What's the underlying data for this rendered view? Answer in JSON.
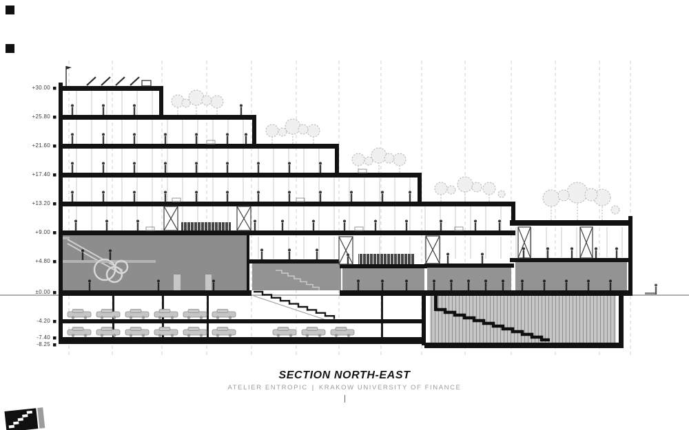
{
  "titleblock": {
    "title": "SECTION NORTH-EAST",
    "studio": "ATELIER ENTROPIC",
    "separator": "|",
    "project": "KRAKOW UNIVERSITY OF FINANCE"
  },
  "elevations": [
    "+30.00",
    "+25.80",
    "+21.60",
    "+17.40",
    "+13.20",
    "+9.00",
    "+4.80",
    "±0.00",
    "-4.20",
    "-7.40",
    "-8.25"
  ],
  "colors": {
    "ink": "#141414",
    "section_gray": "#929292",
    "grid_line": "#cbcbcb",
    "foliage": "#b7b7b7",
    "ground_line": "#b0b0b0"
  }
}
